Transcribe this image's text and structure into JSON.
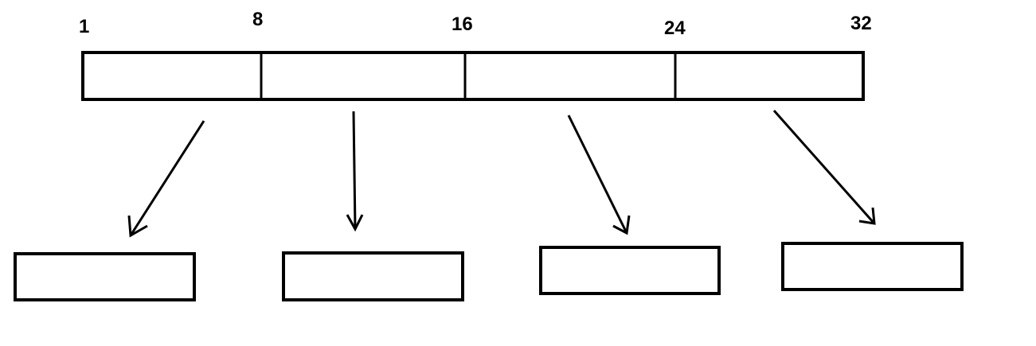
{
  "bit_markers": [
    "1",
    "8",
    "16",
    "24",
    "32"
  ],
  "register": {
    "segments": 4
  },
  "outputs": {
    "count": 4
  },
  "colors": {
    "ink": "#000000",
    "background": "#ffffff"
  }
}
